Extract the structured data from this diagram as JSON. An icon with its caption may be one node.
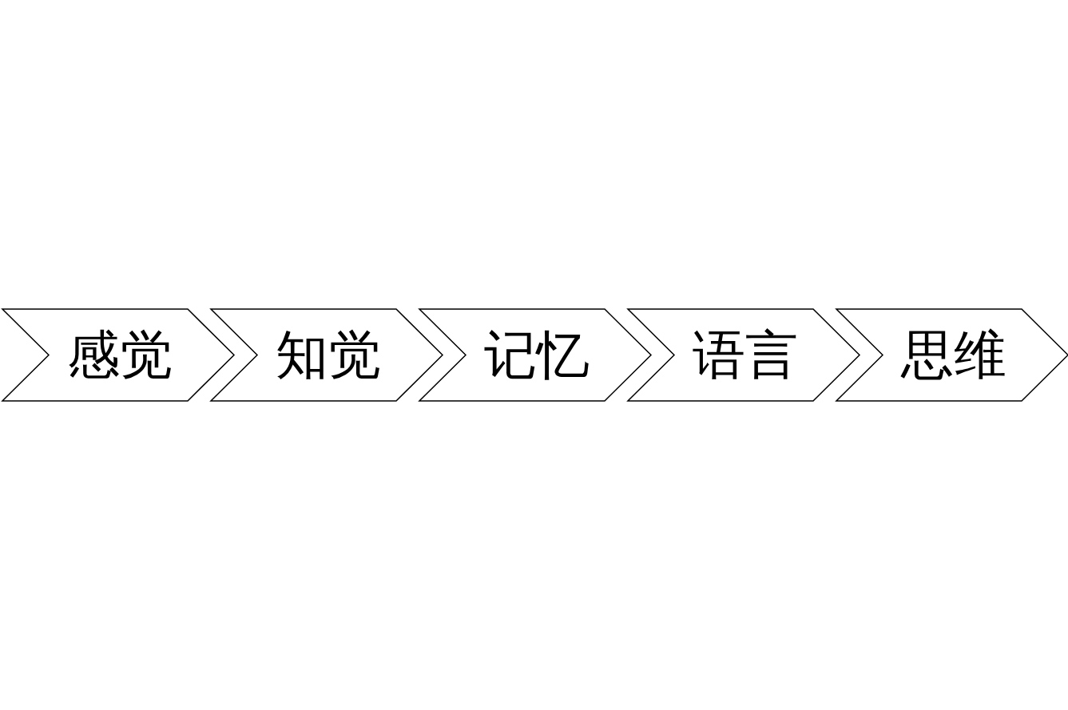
{
  "diagram": {
    "nodes": [
      {
        "text": [
          "感觉"
        ]
      },
      {
        "text": [
          "知觉"
        ]
      },
      {
        "text": [
          "记忆"
        ]
      },
      {
        "text": [
          "语言"
        ]
      },
      {
        "text": [
          "思维"
        ]
      }
    ]
  }
}
